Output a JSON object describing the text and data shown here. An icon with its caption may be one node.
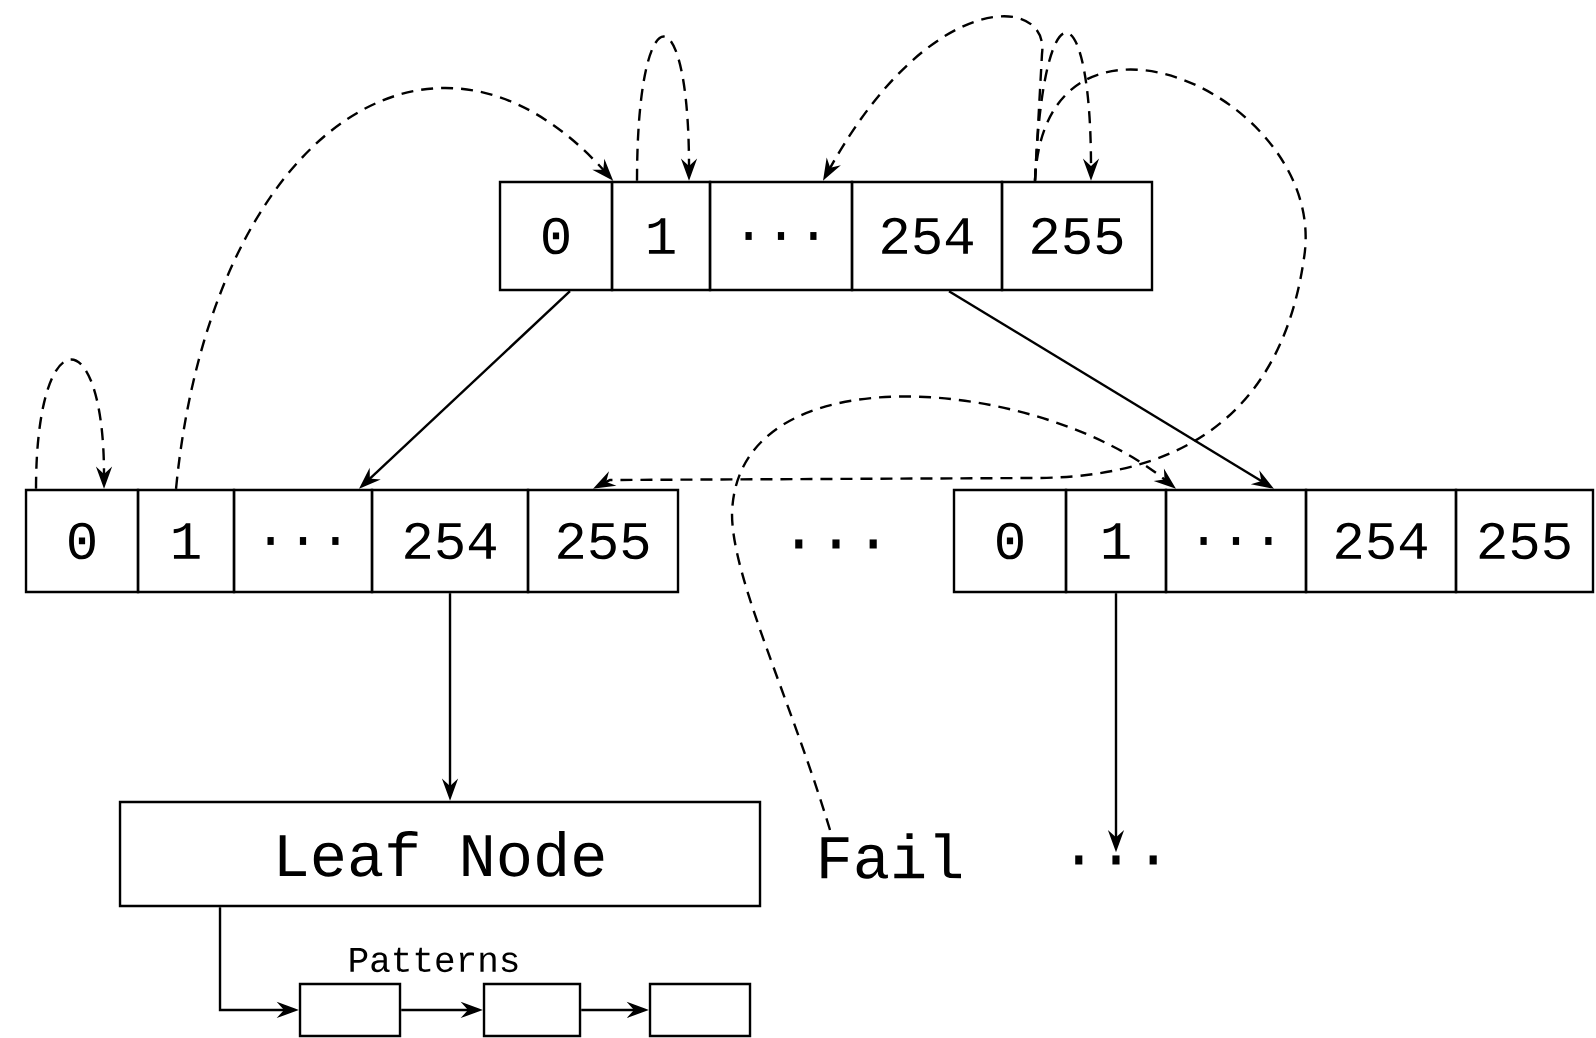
{
  "diagram": {
    "nodes": [
      {
        "text": [
          "0"
        ]
      },
      {
        "text": [
          "1"
        ]
      },
      {
        "text": [
          "..."
        ]
      },
      {
        "text": [
          "254"
        ]
      },
      {
        "text": [
          "255"
        ]
      },
      {
        "text": [
          "0"
        ]
      },
      {
        "text": [
          "1"
        ]
      },
      {
        "text": [
          "..."
        ]
      },
      {
        "text": [
          "254"
        ]
      },
      {
        "text": [
          "255"
        ]
      },
      {
        "text": [
          "0"
        ]
      },
      {
        "text": [
          "1"
        ]
      },
      {
        "text": [
          "..."
        ]
      },
      {
        "text": [
          "254"
        ]
      },
      {
        "text": [
          "255"
        ]
      },
      {
        "text": [
          "Leaf Node"
        ]
      },
      {
        "text": [
          "Fail"
        ]
      },
      {
        "text": [
          "..."
        ]
      },
      {
        "text": [],
        "shape": "box"
      },
      {
        "text": [],
        "shape": "box"
      },
      {
        "text": [],
        "shape": "box"
      }
    ],
    "edges": [
      {
        "from": 0,
        "to": 7,
        "arrow": "to"
      },
      {
        "from": 3,
        "to": 12,
        "arrow": "to"
      },
      {
        "from": 8,
        "to": 15,
        "arrow": "to"
      },
      {
        "from": 11,
        "to": 17,
        "arrow": "to"
      },
      {
        "from": 15,
        "to": 18,
        "arrow": "to"
      },
      {
        "from": 18,
        "to": 19,
        "arrow": "to"
      },
      {
        "from": 19,
        "to": 20,
        "arrow": "to"
      },
      {
        "from": 6,
        "to": 0,
        "arrow": "to",
        "style": "dashed"
      },
      {
        "from": 1,
        "to": 1,
        "arrow": "to",
        "style": "dashed"
      },
      {
        "from": 4,
        "to": 2,
        "arrow": "to",
        "style": "dashed"
      },
      {
        "from": 4,
        "to": 4,
        "arrow": "to",
        "style": "dashed"
      },
      {
        "from": 4,
        "to": 9,
        "arrow": "to",
        "style": "dashed"
      },
      {
        "from": 5,
        "to": 5,
        "arrow": "to",
        "style": "dashed"
      },
      {
        "from": 16,
        "to": 12,
        "arrow": "to",
        "style": "dashed"
      }
    ],
    "labels": [
      "...",
      "Patterns"
    ]
  }
}
